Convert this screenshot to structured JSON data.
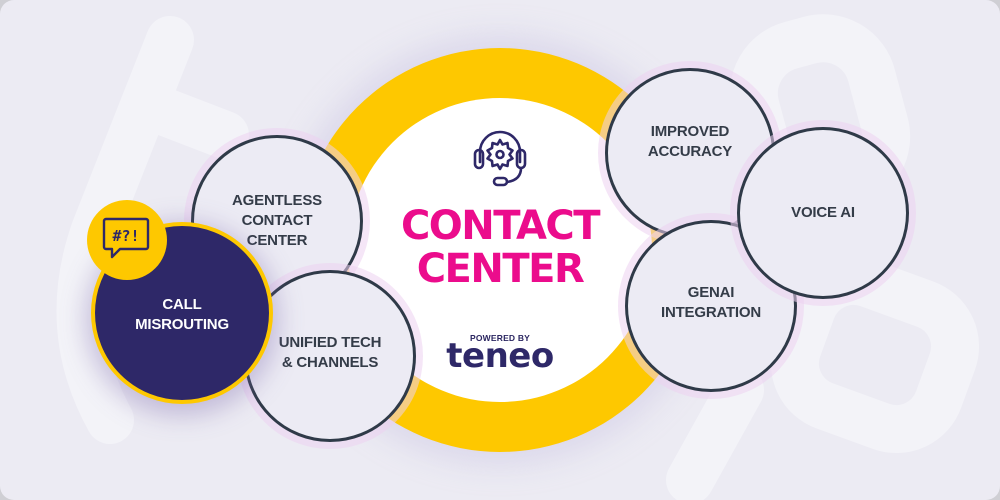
{
  "center": {
    "title_line1": "CONTACT",
    "title_line2": "CENTER",
    "powered_by": "POWERED BY",
    "brand": "teneo",
    "icon": "headset-gear-icon"
  },
  "left_bubbles": [
    {
      "label": "AGENTLESS\nCONTACT\nCENTER"
    },
    {
      "label": "CALL\nMISROUTING",
      "highlighted": true,
      "badge_text": "#?!",
      "badge_icon": "speech-bubble-icon"
    },
    {
      "label": "UNIFIED TECH\n& CHANNELS"
    }
  ],
  "right_bubbles": [
    {
      "label": "IMPROVED\nACCURACY"
    },
    {
      "label": "VOICE AI"
    },
    {
      "label": "GENAI\nINTEGRATION"
    }
  ],
  "colors": {
    "background": "#ecebf3",
    "ring": "#fec800",
    "title": "#eb0c8c",
    "brand": "#2e2868",
    "bubble_border": "#2f3a48",
    "highlight_fill": "#2e2868"
  }
}
